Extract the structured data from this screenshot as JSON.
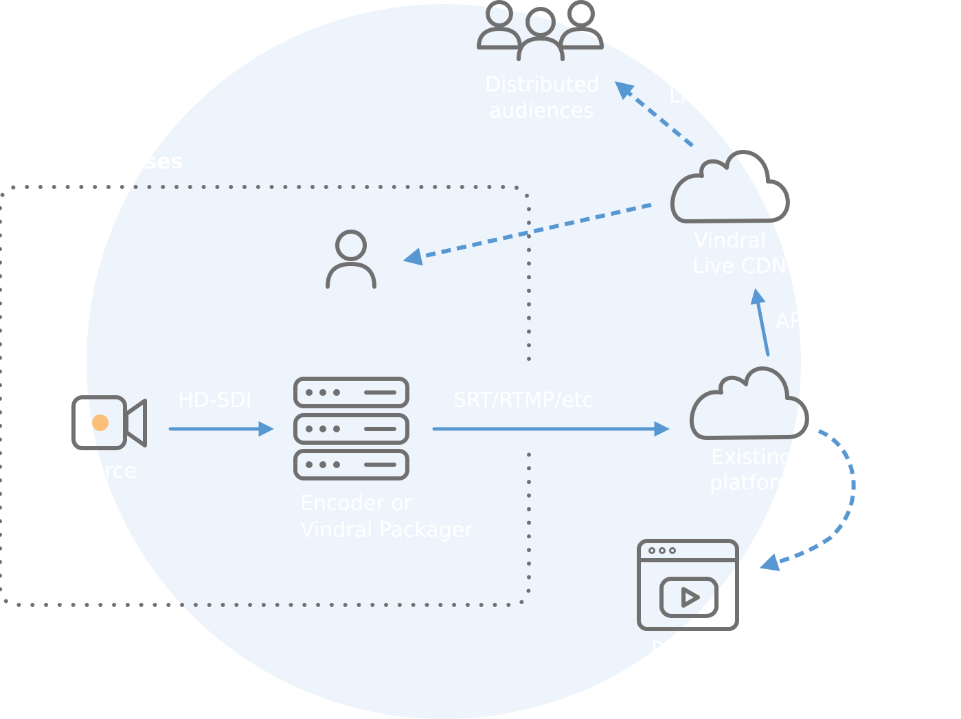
{
  "colors": {
    "background_circle": "#eef4fb",
    "icon_stroke": "#717070",
    "flow_arrow": "#5797d2",
    "accent": "#fcbf78",
    "label": "#ffffff"
  },
  "diagram": {
    "region": {
      "label": "Studio premises"
    },
    "nodes": {
      "source": {
        "label": "Source",
        "icon": "video-camera-icon"
      },
      "encoder": {
        "label_line1": "Encoder or",
        "label_line2": "Vindral Packager",
        "icon": "server-stack-icon"
      },
      "local_viewer": {
        "icon": "user-icon"
      },
      "vindral_cdn": {
        "label_line1": "Vindral",
        "label_line2": "Live CDN",
        "icon": "cloud-icon"
      },
      "existing_platform": {
        "label_line1": "Existing",
        "label_line2": "platform",
        "icon": "cloud-icon"
      },
      "audiences": {
        "label_line1": "Distributed",
        "label_line2": "audiences",
        "icon": "user-group-icon"
      },
      "player": {
        "label": "Player",
        "icon": "video-player-icon"
      }
    },
    "edges": {
      "source_to_encoder": {
        "label": "HD-SDI"
      },
      "encoder_to_platform": {
        "label": "SRT/RTMP/etc"
      },
      "platform_to_cdn": {
        "label": "API"
      },
      "cdn_to_audiences": {
        "label": "Live"
      }
    }
  }
}
